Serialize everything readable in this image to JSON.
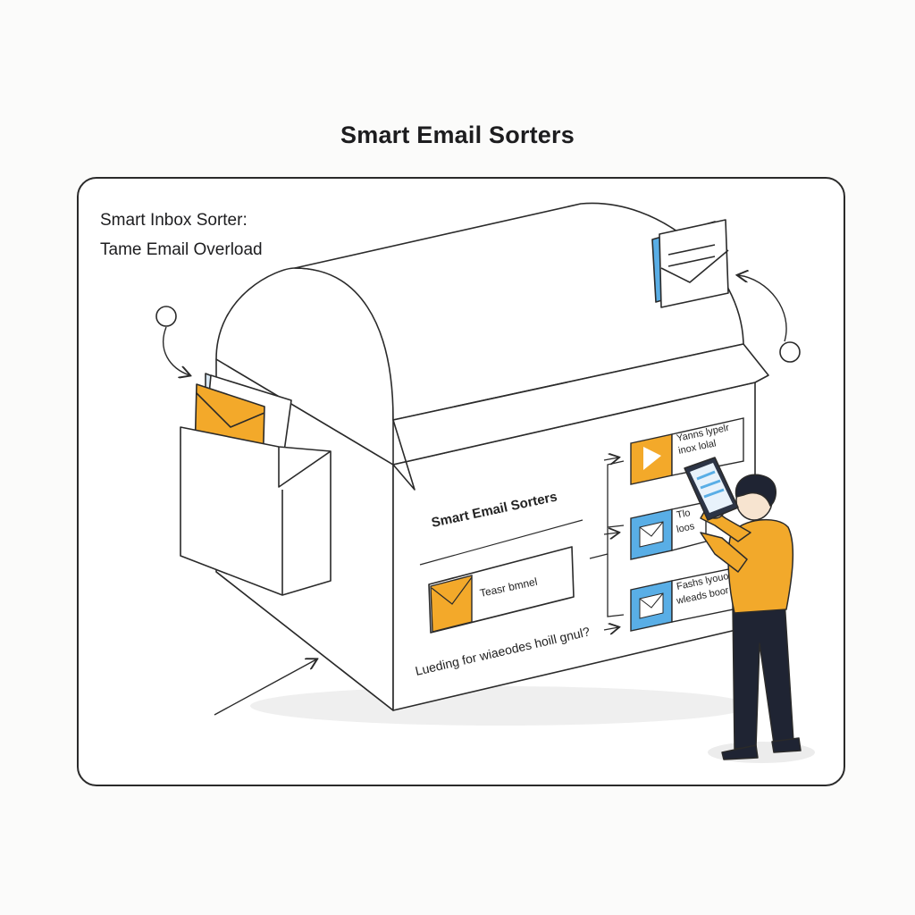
{
  "page": {
    "title": "Smart Email Sorters"
  },
  "card": {
    "heading_line1": "Smart Inbox Sorter:",
    "heading_line2": "Tame Email Overload"
  },
  "mailbox": {
    "panel_title": "Smart Email Sorters",
    "input_text": "Teasr bmnel",
    "footer_text": "Lueding for wiaeodes hoill gnul?",
    "sort_items": [
      {
        "line1": "Yanns lypelr",
        "line2": "inox lolal",
        "icon": "play-icon",
        "color": "#f3a92a"
      },
      {
        "line1": "Tlo",
        "line2": "loos",
        "icon": "mail-icon",
        "color": "#59aee6"
      },
      {
        "line1": "Fashs lyouo",
        "line2": "wleads boor",
        "icon": "mail-icon",
        "color": "#59aee6"
      }
    ]
  },
  "colors": {
    "accent_yellow": "#f3a92a",
    "accent_blue": "#59aee6",
    "line": "#2a2a2a",
    "shirt": "#f2a92b",
    "pants": "#1f2433"
  }
}
